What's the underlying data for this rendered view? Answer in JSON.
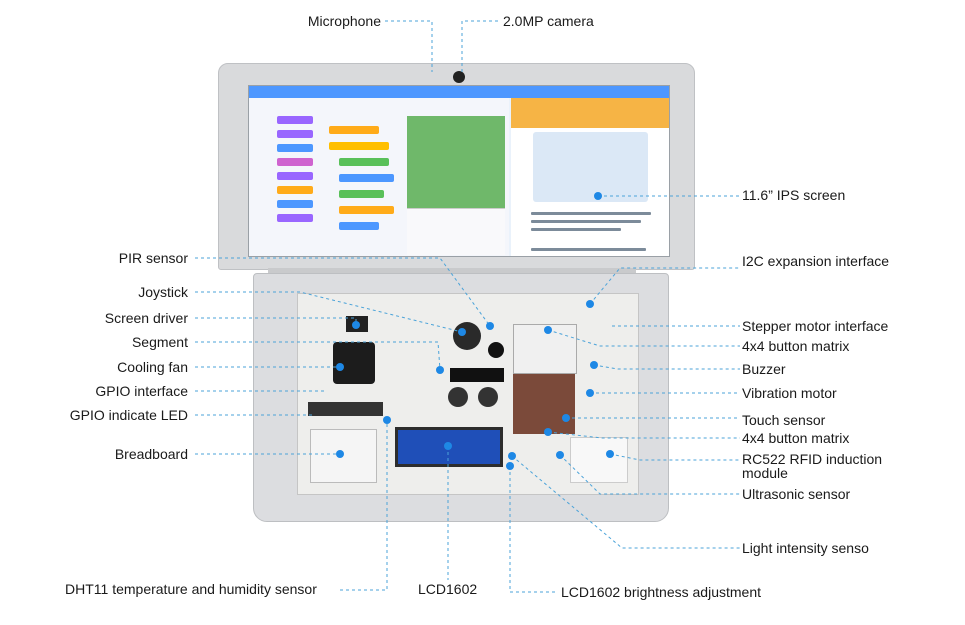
{
  "labels": {
    "microphone": "Microphone",
    "camera": "2.0MP camera",
    "ips_screen": "11.6” IPS screen",
    "pir_sensor": "PIR sensor",
    "i2c": "I2C expansion interface",
    "joystick": "Joystick",
    "screen_driver": "Screen driver",
    "segment": "Segment",
    "cooling_fan": "Cooling fan",
    "gpio_interface": "GPIO interface",
    "gpio_led": "GPIO indicate LED",
    "breadboard": "Breadboard",
    "stepper": "Stepper motor interface",
    "button_matrix_1": "4x4 button matrix",
    "buzzer": "Buzzer",
    "vibration": "Vibration motor",
    "touch": "Touch sensor",
    "button_matrix_2": "4x4 button matrix",
    "rfid_line1": "RC522 RFID induction",
    "rfid_line2": "module",
    "ultrasonic": "Ultrasonic sensor",
    "light": "Light intensity senso",
    "dht11": "DHT11 temperature and humidity sensor",
    "lcd": "LCD1602",
    "lcd_brightness": "LCD1602 brightness adjustment"
  },
  "colors": {
    "callout_line": "#4ba3d9",
    "callout_dot": "#1e88e5",
    "text": "#1a1a1a"
  }
}
